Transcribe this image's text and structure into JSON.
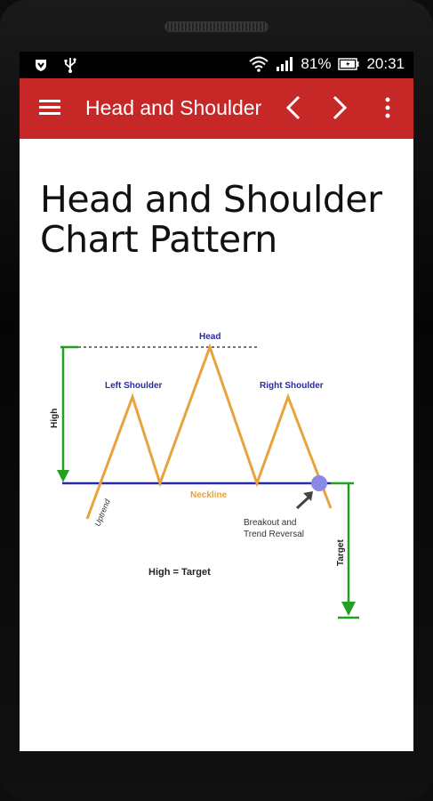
{
  "status_bar": {
    "battery": "81%",
    "time": "20:31"
  },
  "app_bar": {
    "title": "Head and Shoulder"
  },
  "article": {
    "heading": "Head and Shoulder Chart Pattern"
  },
  "diagram": {
    "labels": {
      "head": "Head",
      "left_shoulder": "Left Shoulder",
      "right_shoulder": "Right Shoulder",
      "neckline": "Neckline",
      "high": "High",
      "uptrend": "Uptrend",
      "breakout_line1": "Breakout and",
      "breakout_line2": "Trend Reversal",
      "target": "Target",
      "formula": "High = Target"
    },
    "colors": {
      "price_line": "#e8a33a",
      "neckline": "#2a2aa8",
      "arrows": "#22a022",
      "label_blue": "#2a2aa8",
      "breakout_dot": "#8a8ae6"
    }
  }
}
